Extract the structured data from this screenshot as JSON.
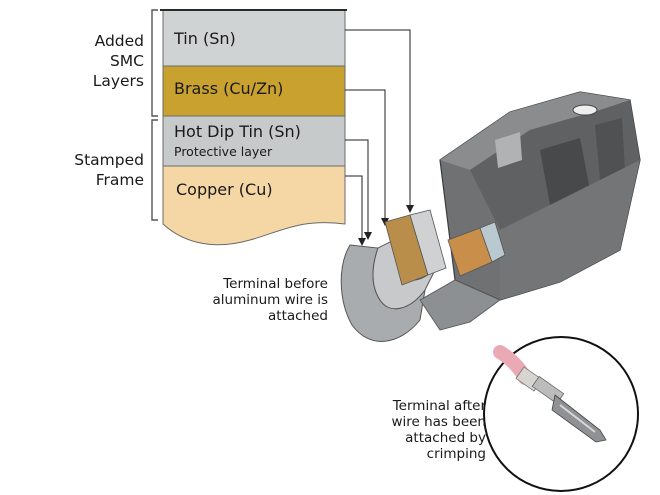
{
  "group_labels": {
    "added": [
      "Added",
      "SMC",
      "Layers"
    ],
    "stamped": [
      "Stamped",
      "Frame"
    ]
  },
  "layers": [
    {
      "label": "Tin (Sn)",
      "sublabel": "",
      "color": "#cfd3d4"
    },
    {
      "label": "Brass (Cu/Zn)",
      "sublabel": "",
      "color": "#c9a12f"
    },
    {
      "label": "Hot Dip Tin (Sn)",
      "sublabel": "Protective layer",
      "color": "#c6cacb"
    },
    {
      "label": "Copper (Cu)",
      "sublabel": "",
      "color": "#f4d7a4"
    }
  ],
  "captions": {
    "before": [
      "Terminal before",
      "aluminum wire is",
      "attached"
    ],
    "after": [
      "Terminal after",
      "wire has been",
      "attached by",
      "crimping"
    ]
  },
  "icons": {
    "terminal_before": "crimp-terminal-illustration",
    "terminal_after": "crimped-wire-photo"
  }
}
